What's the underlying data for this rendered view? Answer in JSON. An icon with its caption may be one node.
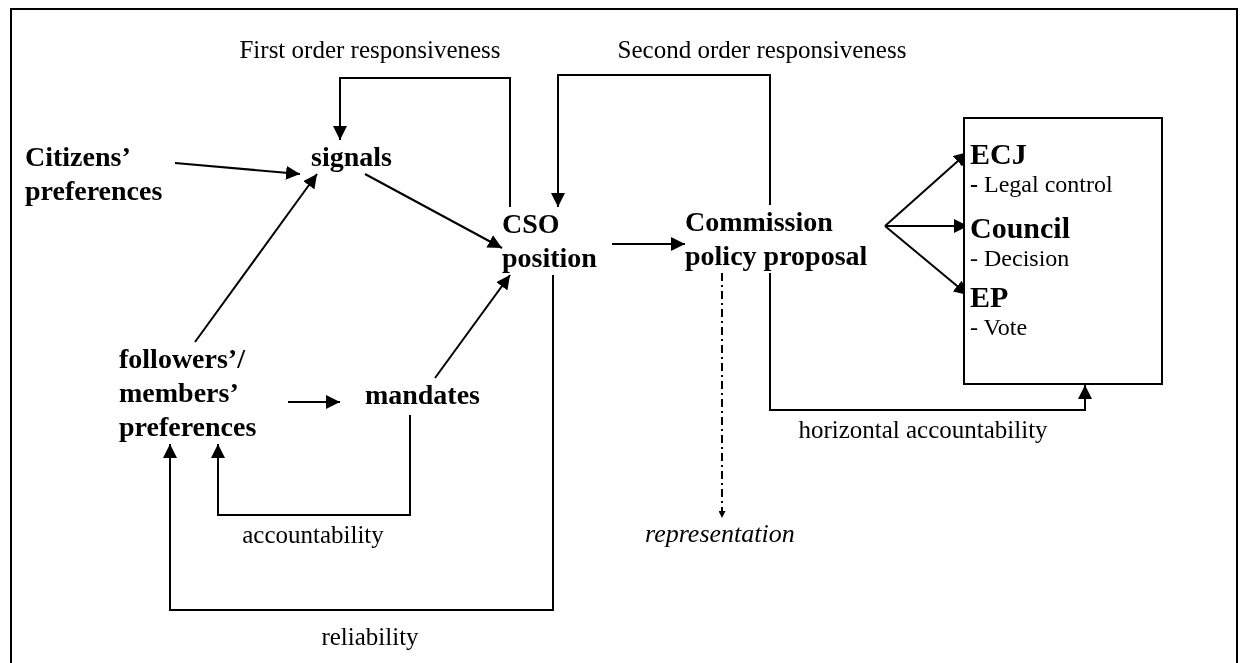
{
  "diagram": {
    "nodes": [
      {
        "text": [
          "Citizens’ preferences"
        ]
      },
      {
        "text": [
          "signals"
        ]
      },
      {
        "text": [
          "CSO position"
        ]
      },
      {
        "text": [
          "Commission policy proposal"
        ]
      },
      {
        "text": [],
        "shape": "box"
      },
      {
        "text": [
          "ECJ",
          "**-** Legal control"
        ],
        "in": 4
      },
      {
        "text": [
          "Council",
          "- Decision"
        ],
        "in": 4
      },
      {
        "text": [
          "EP",
          "- Vote"
        ],
        "in": 4
      },
      {
        "text": [
          "followers’/ members’ preferences"
        ]
      },
      {
        "text": [
          "mandates"
        ]
      },
      {
        "text": [
          "representation"
        ]
      }
    ],
    "edges": [
      {
        "from": 0,
        "to": 1,
        "arrow": "to"
      },
      {
        "from": 2,
        "to": 1,
        "arrow": "to",
        "label": "First order responsiveness"
      },
      {
        "from": 3,
        "to": 2,
        "arrow": "to",
        "label": "Second order responsiveness"
      },
      {
        "from": 1,
        "to": 2,
        "arrow": "to"
      },
      {
        "from": 8,
        "to": 1,
        "arrow": "to"
      },
      {
        "from": 2,
        "to": 3,
        "arrow": "to"
      },
      {
        "from": 3,
        "to": 5,
        "arrow": "to"
      },
      {
        "from": 3,
        "to": 6,
        "arrow": "to"
      },
      {
        "from": 3,
        "to": 7,
        "arrow": "to"
      },
      {
        "from": 9,
        "to": 2,
        "arrow": "to"
      },
      {
        "from": 8,
        "to": 9,
        "arrow": "to"
      },
      {
        "from": 3,
        "to": 10,
        "arrow": "to",
        "style": "dashed"
      },
      {
        "from": 3,
        "to": 4,
        "arrow": "to",
        "label": "horizontal accountability"
      },
      {
        "from": 9,
        "to": 8,
        "arrow": "to",
        "label": "accountability"
      },
      {
        "from": 2,
        "to": 8,
        "arrow": "to",
        "label": "reliability"
      }
    ]
  }
}
